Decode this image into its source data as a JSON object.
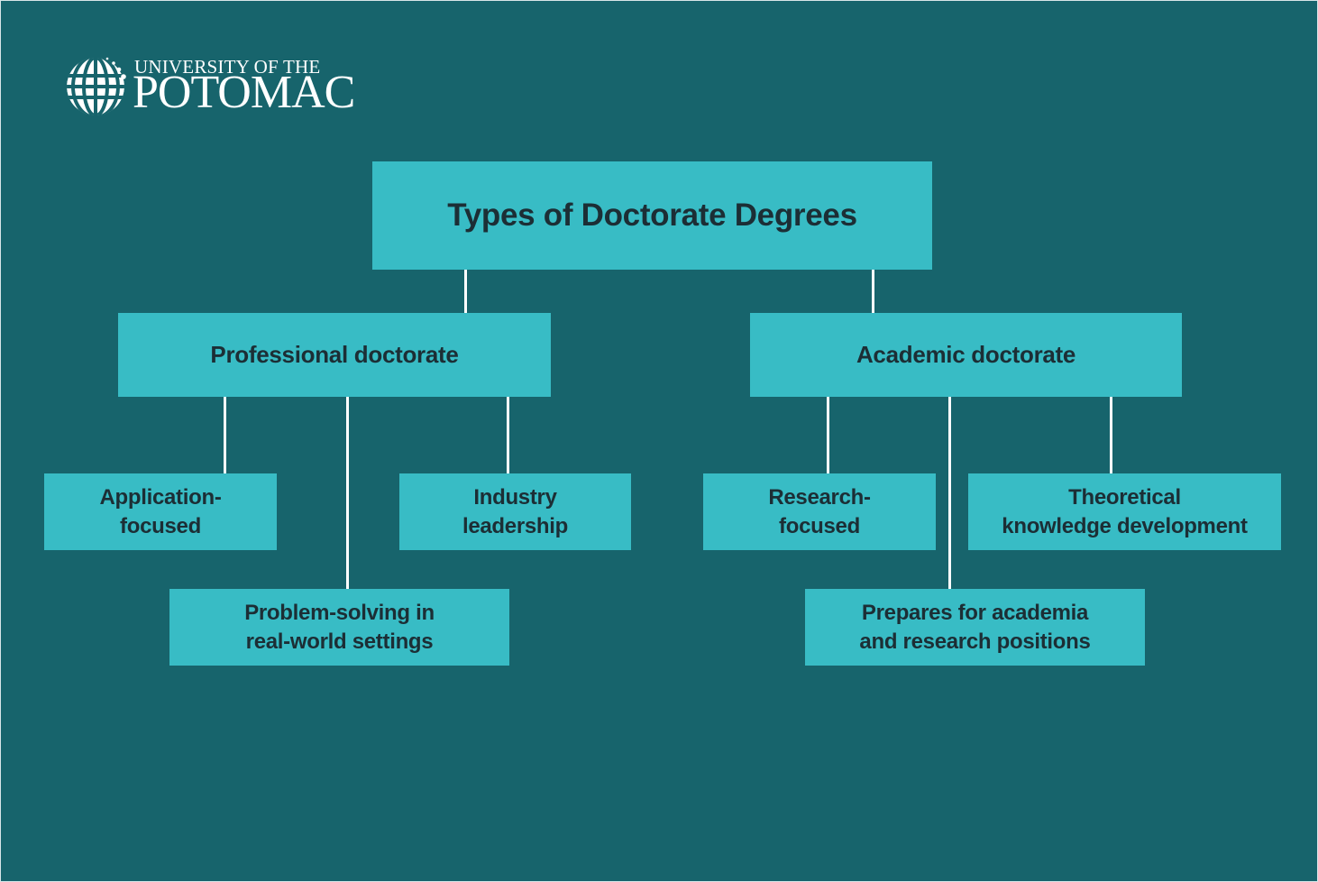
{
  "logo": {
    "line1": "UNIVERSITY OF THE",
    "line2": "POTOMAC",
    "icon": "globe-icon"
  },
  "diagram": {
    "title": "Types of Doctorate Degrees",
    "branches": [
      {
        "label": "Professional doctorate",
        "children": [
          "Application-\nfocused",
          "Problem-solving in\nreal-world settings",
          "Industry\nleadership"
        ]
      },
      {
        "label": "Academic doctorate",
        "children": [
          "Research-\nfocused",
          "Prepares for academia\nand research positions",
          "Theoretical\nknowledge development"
        ]
      }
    ]
  },
  "colors": {
    "background": "#17646C",
    "box": "#38BCC5",
    "text": "#1C2E35",
    "connector": "#FFFFFF"
  }
}
